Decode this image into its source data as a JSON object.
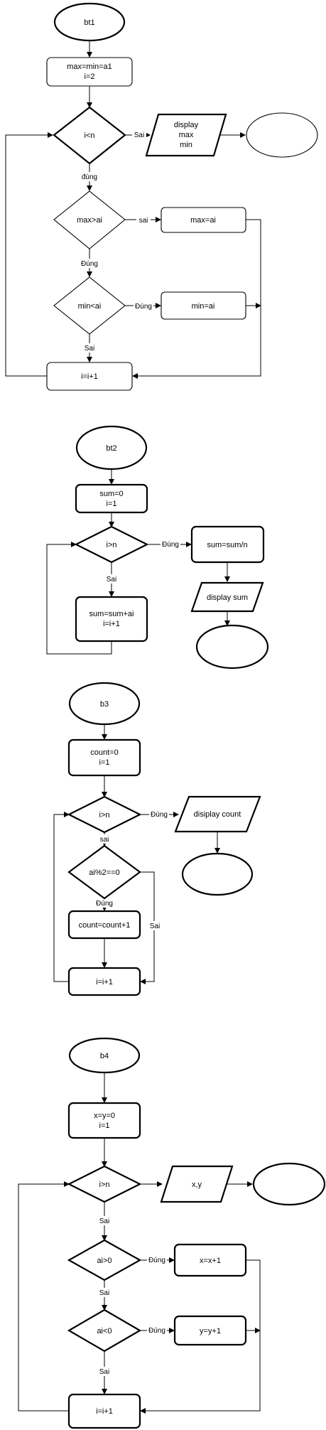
{
  "flow1": {
    "start": "bt1",
    "init": [
      "max=min=a1",
      "i=2"
    ],
    "cond_loop": "i<n",
    "edge_sai": "Sai",
    "output": [
      "display",
      "max",
      "min"
    ],
    "edge_dung": "đúng",
    "cond_max": "max>ai",
    "edge_sai2": "sai",
    "assign_max": "max=ai",
    "edge_dung2": "Đúng",
    "cond_min": "min<ai",
    "edge_dung3": "Đúng",
    "assign_min": "min=ai",
    "edge_sai3": "Sai",
    "increment": "i=i+1"
  },
  "flow2": {
    "start": "bt2",
    "init": [
      "sum=0",
      "i=1"
    ],
    "cond_loop": "i>n",
    "edge_dung": "Đúng",
    "assign_avg": "sum=sum/n",
    "output": "display sum",
    "edge_sai": "Sai",
    "body": [
      "sum=sum+ai",
      "i=i+1"
    ]
  },
  "flow3": {
    "start": "b3",
    "init": [
      "count=0",
      "i=1"
    ],
    "cond_loop": "i>n",
    "edge_dung": "Đúng",
    "output": "disiplay count",
    "edge_sai": "sai",
    "cond_even": "ai%2==0",
    "edge_dung2": "Đúng",
    "assign_count": "count=count+1",
    "edge_sai2": "Sai",
    "increment": "i=i+1"
  },
  "flow4": {
    "start": "b4",
    "init": [
      "x=y=0",
      "i=1"
    ],
    "cond_loop": "i>n",
    "output": "x,y",
    "edge_sai": "Sai",
    "cond_pos": "ai>0",
    "edge_dung": "Đúng",
    "assign_x": "x=x+1",
    "edge_sai2": "Sai",
    "cond_neg": "ai<0",
    "edge_dung2": "Đúng",
    "assign_y": "y=y+1",
    "edge_sai3": "Sai",
    "increment": "i=i+1"
  }
}
